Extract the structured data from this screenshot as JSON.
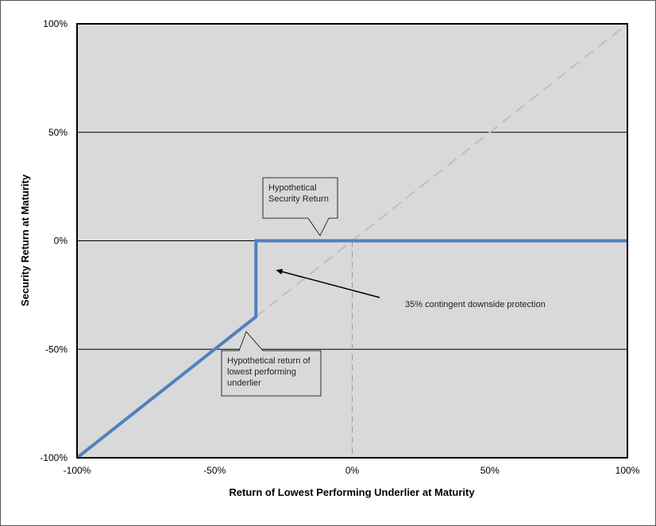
{
  "chart_data": {
    "type": "line",
    "title": "",
    "xlabel": "Return of Lowest Performing Underlier at Maturity",
    "ylabel": "Security Return at Maturity",
    "xlim": [
      -100,
      100
    ],
    "ylim": [
      -100,
      100
    ],
    "x_ticks": [
      -100,
      -50,
      0,
      50,
      100
    ],
    "y_ticks": [
      -100,
      -50,
      0,
      50,
      100
    ],
    "x_tick_labels": [
      "-100%",
      "-50%",
      "0%",
      "50%",
      "100%"
    ],
    "y_tick_labels": [
      "-100%",
      "-50%",
      "0%",
      "50%",
      "100%"
    ],
    "grid": "horizontal",
    "series": [
      {
        "name": "Hypothetical Security Return",
        "color": "#4f81bd",
        "style": "solid",
        "x": [
          -100,
          -35,
          -35,
          100
        ],
        "y": [
          -100,
          -35,
          0,
          0
        ]
      },
      {
        "name": "Hypothetical return of lowest performing underlier",
        "color": "#bfbfbf",
        "style": "dashed",
        "x": [
          -100,
          100
        ],
        "y": [
          -100,
          100
        ]
      }
    ],
    "annotations": [
      {
        "text_lines": [
          "Hypothetical",
          "Security Return"
        ],
        "points_to": [
          -12,
          0
        ]
      },
      {
        "text_lines": [
          "Hypothetical return of",
          "lowest performing",
          "underlier"
        ],
        "points_to": [
          -38,
          -37
        ]
      },
      {
        "text": "35% contingent downside protection",
        "arrow_to": [
          -35,
          -12
        ]
      }
    ],
    "plot_background": "#d9d9d9"
  }
}
